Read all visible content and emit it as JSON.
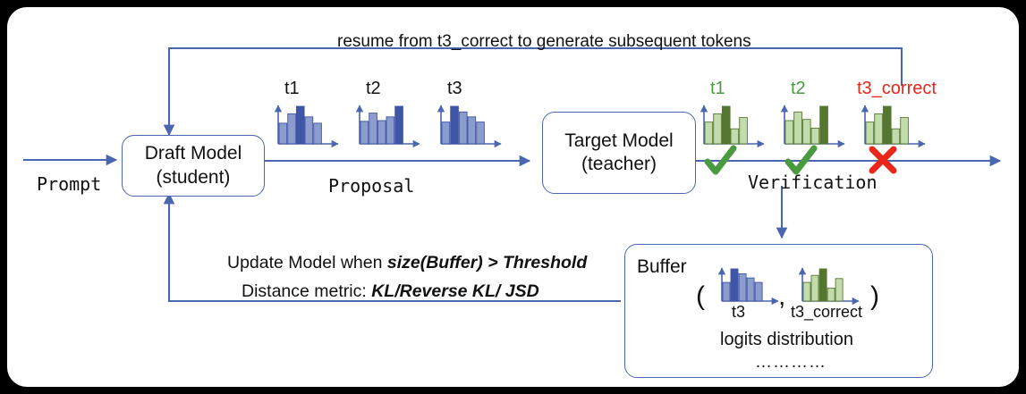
{
  "diagram": {
    "title_arrow_label": "resume from t3_correct to generate subsequent tokens",
    "boxes": {
      "draft_model": "Draft Model\n(student)",
      "draft_model_line1": "Draft Model",
      "draft_model_line2": "(student)",
      "target_model_line1": "Target Model",
      "target_model_line2": "(teacher)",
      "buffer_label": "Buffer"
    },
    "edge_labels": {
      "prompt": "Prompt",
      "proposal": "Proposal",
      "verification": "Verification"
    },
    "update_text": {
      "line1_prefix": "Update Model when ",
      "line1_bold": "size(Buffer) > Threshold",
      "line2_prefix": "Distance metric: ",
      "line2_bold": "KL/Reverse KL/ JSD"
    },
    "buffer": {
      "open_paren": "(",
      "comma": ",",
      "close_paren": ")",
      "left_label": "t3",
      "right_label": "t3_correct",
      "caption": "logits distribution",
      "ellipsis": "…………"
    },
    "proposal_histograms": [
      {
        "name": "t1",
        "label": "t1",
        "color": "blue",
        "values": [
          55,
          80,
          100,
          72,
          55
        ],
        "highlight_index": 2
      },
      {
        "name": "t2",
        "label": "t2",
        "color": "blue",
        "values": [
          60,
          82,
          62,
          72,
          100
        ],
        "highlight_index": 4
      },
      {
        "name": "t3",
        "label": "t3",
        "color": "blue",
        "values": [
          58,
          100,
          85,
          72,
          58
        ],
        "highlight_index": 1
      }
    ],
    "verification_histograms": [
      {
        "name": "v_t1",
        "label": "t1",
        "color": "green",
        "label_color": "green",
        "values": [
          58,
          80,
          100,
          40,
          70
        ],
        "highlight_index": 2,
        "mark": "check"
      },
      {
        "name": "v_t2",
        "label": "t2",
        "color": "green",
        "label_color": "green",
        "values": [
          62,
          85,
          65,
          42,
          100
        ],
        "highlight_index": 4,
        "mark": "check"
      },
      {
        "name": "v_t3",
        "label": "t3_correct",
        "color": "green",
        "label_color": "red",
        "values": [
          58,
          80,
          100,
          40,
          70
        ],
        "highlight_index": 2,
        "mark": "cross"
      }
    ],
    "buffer_histograms": [
      {
        "name": "buf_t3",
        "label": "t3",
        "color": "blue",
        "values": [
          58,
          100,
          85,
          72,
          58
        ],
        "highlight_index": 1
      },
      {
        "name": "buf_t3_correct",
        "label": "t3_correct",
        "color": "green",
        "values": [
          58,
          80,
          100,
          40,
          70
        ],
        "highlight_index": 2
      }
    ],
    "colors": {
      "arrow_blue": "#4a66b0",
      "bar_blue_light": "#8b9ccd",
      "bar_blue_dark": "#3f55a5",
      "bar_green_light": "#c3dcae",
      "bar_green_dark": "#55762e",
      "check_green": "#4a9a3f",
      "cross_red": "#e8271a",
      "card_bg": "#ffffff",
      "page_bg": "#000000"
    }
  }
}
